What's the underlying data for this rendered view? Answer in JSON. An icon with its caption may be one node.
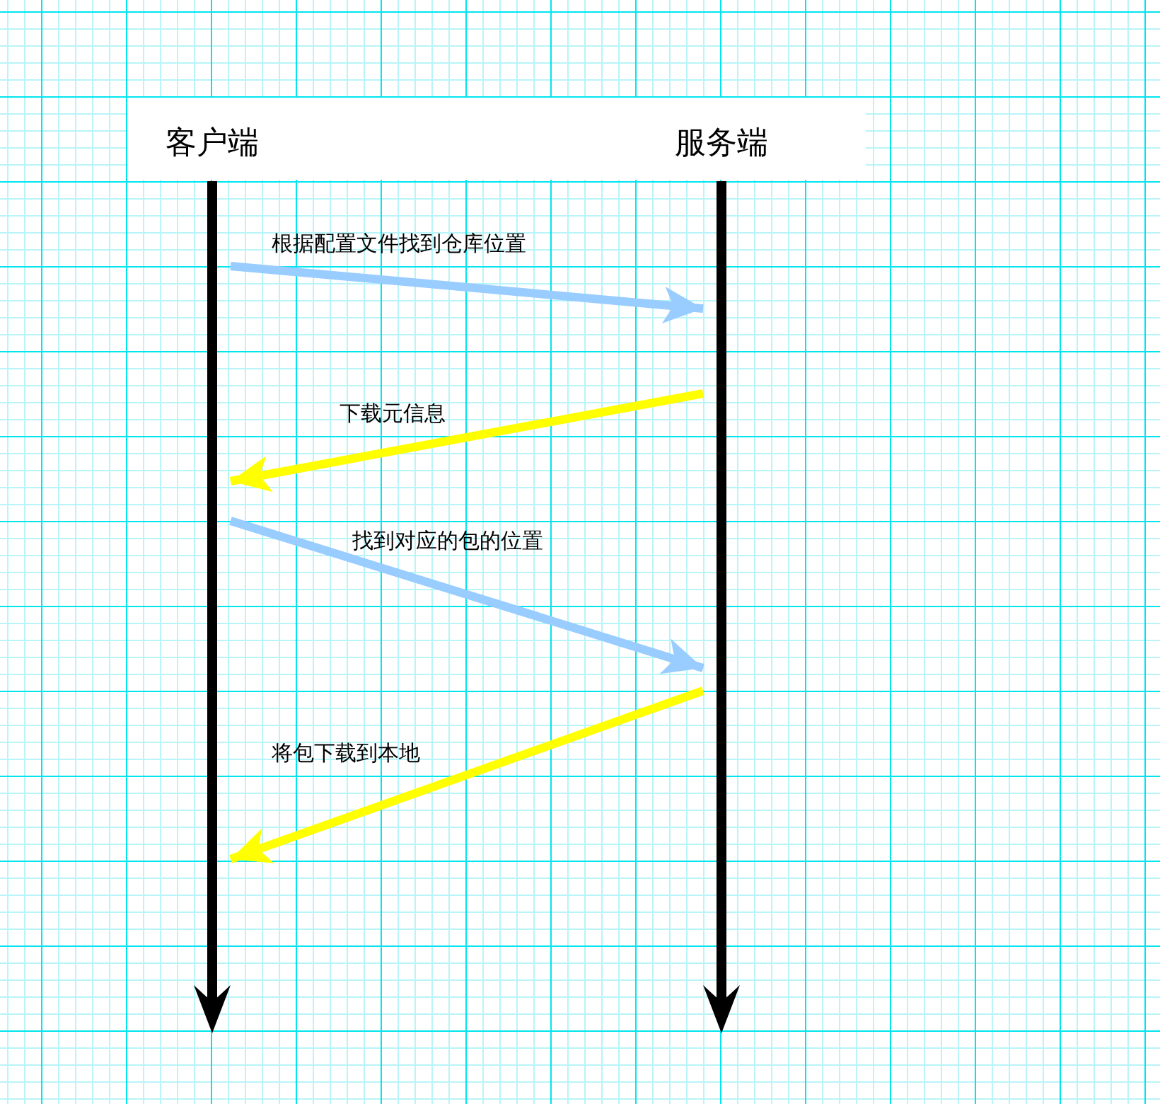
{
  "diagram": {
    "nodes": [
      {
        "text": [
          "客户端"
        ]
      },
      {
        "text": [
          "服务端"
        ]
      },
      {
        "text": [],
        "shape": "bar"
      },
      {
        "text": [],
        "shape": "bar"
      }
    ],
    "edges": [
      {
        "from": 2,
        "to": 3,
        "arrow": "to",
        "label": "根据配置文件找到仓库位置",
        "color": "#99ccff"
      },
      {
        "from": 3,
        "to": 2,
        "arrow": "to",
        "label": "下载元信息",
        "color": "#ffff00"
      },
      {
        "from": 2,
        "to": 3,
        "arrow": "to",
        "label": "找到对应的包的位置",
        "color": "#99ccff"
      },
      {
        "from": 3,
        "to": 2,
        "arrow": "to",
        "label": "将包下载到本地",
        "color": "#ffff00"
      }
    ]
  }
}
